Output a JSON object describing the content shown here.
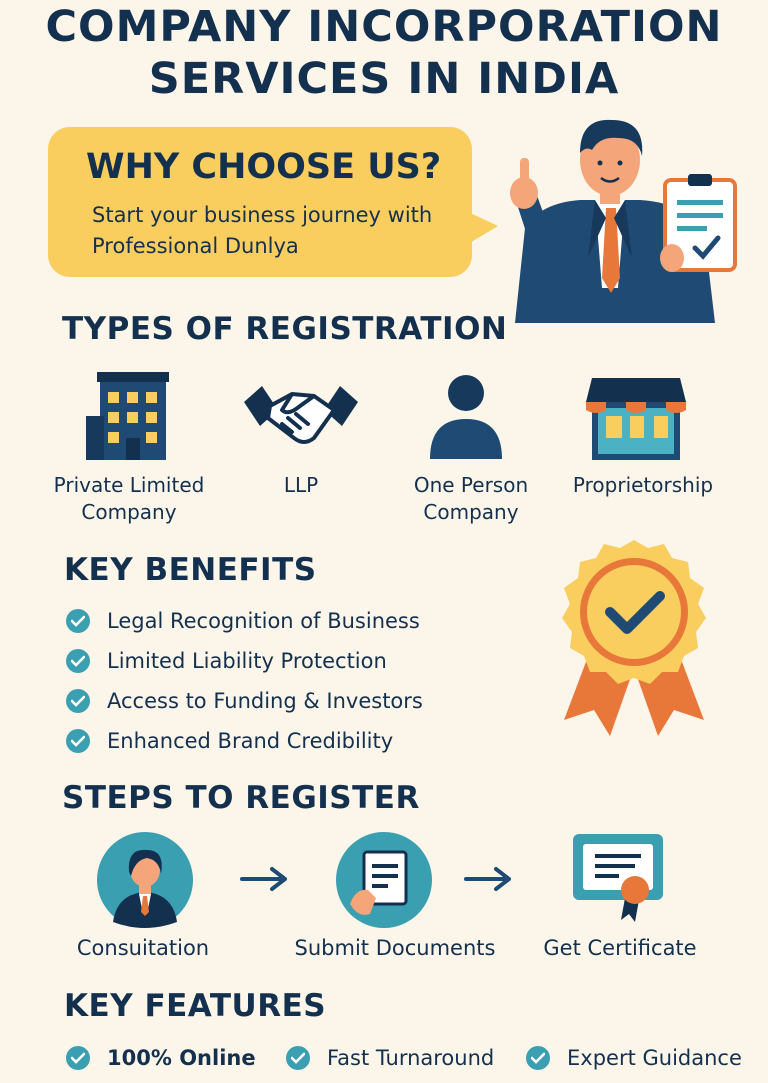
{
  "header": {
    "title_line1": "COMPANY INCORPORATION",
    "title_line2": "SERVICES IN INDIA"
  },
  "why": {
    "heading": "WHY CHOOSE US?",
    "tagline": "Start your business journey with Professional Dunlya"
  },
  "types": {
    "heading": "TYPES OF REGISTRATION",
    "items": [
      {
        "label": "Private Limited Company",
        "icon": "office-building-icon"
      },
      {
        "label": "LLP",
        "icon": "handshake-icon"
      },
      {
        "label": "One Person Company",
        "icon": "person-icon"
      },
      {
        "label": "Proprietorship",
        "icon": "shop-icon"
      }
    ]
  },
  "benefits": {
    "heading": "KEY BENEFITS",
    "items": [
      "Legal Recognition of Business",
      "Limited Liability Protection",
      "Access to Funding & Investors",
      "Enhanced Brand Credibility"
    ]
  },
  "steps": {
    "heading": "STEPS TO REGISTER",
    "items": [
      {
        "label": "Consuitation",
        "icon": "consultant-avatar-icon"
      },
      {
        "label": "Submit Documents",
        "icon": "document-hand-icon"
      },
      {
        "label": "Get Certificate",
        "icon": "certificate-icon"
      }
    ]
  },
  "features": {
    "heading": "KEY FEATURES",
    "items": [
      "100% Online",
      "Fast Turnaround",
      "Expert Guidance"
    ]
  },
  "colors": {
    "navy": "#14304f",
    "yellow": "#f9cd5e",
    "teal": "#3a9fb1",
    "orange": "#e8783a",
    "background": "#fcf5e9"
  }
}
